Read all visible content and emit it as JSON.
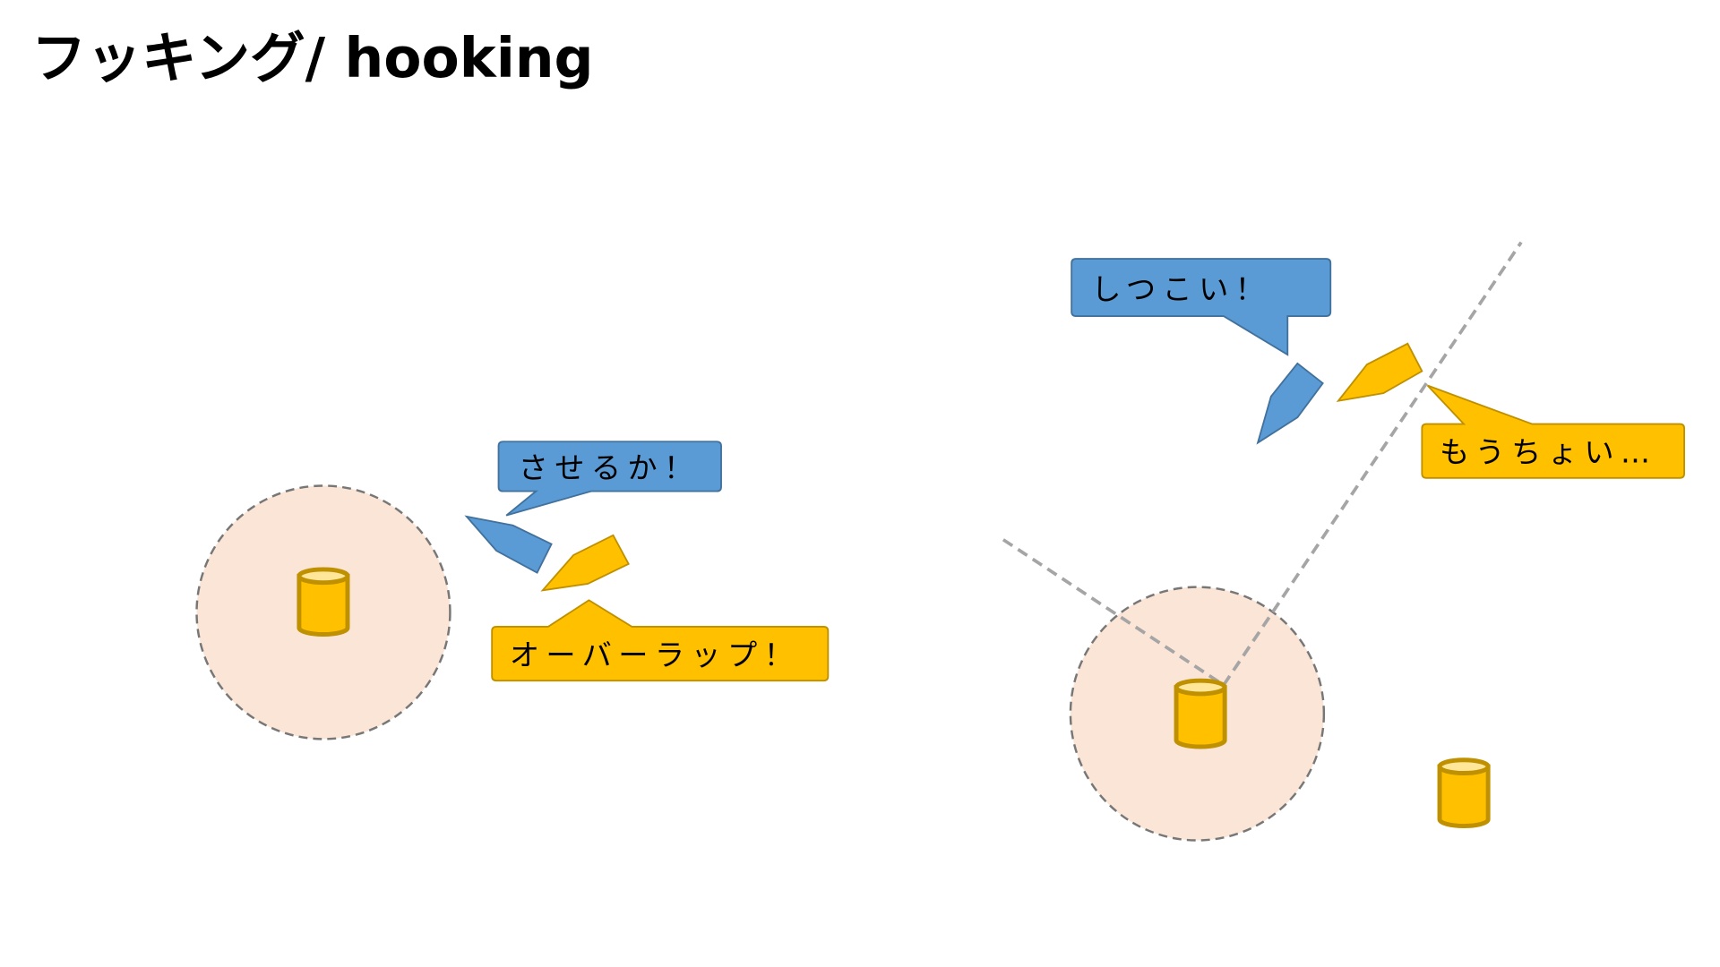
{
  "title": "フッキング/ hooking",
  "left_scene": {
    "blue_bubble": "させるか！",
    "yellow_bubble": "オーバーラップ！"
  },
  "right_scene": {
    "blue_bubble": "しつこい！",
    "yellow_bubble": "もうちょい…"
  },
  "colors": {
    "blue": "#5b9bd5",
    "yellow": "#ffc000",
    "zone": "#fbe5d6"
  }
}
